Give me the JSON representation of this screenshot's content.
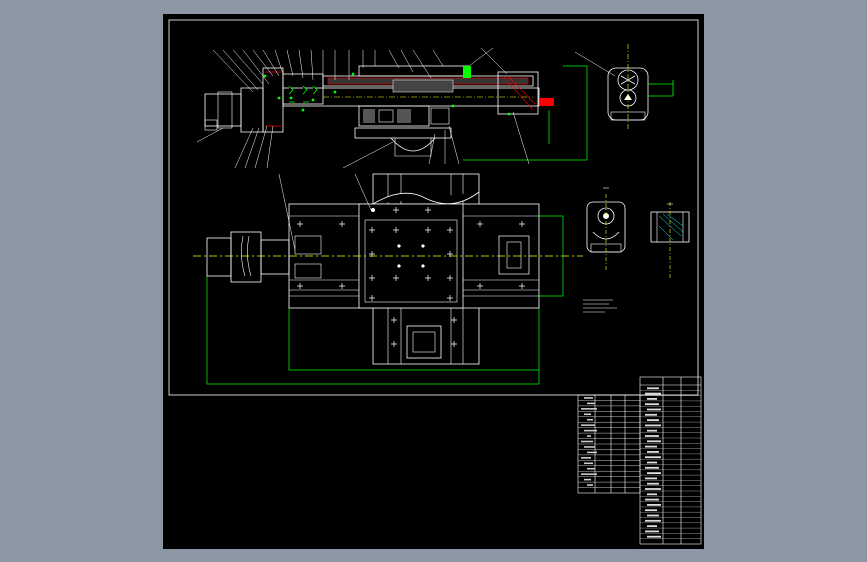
{
  "viewer": {
    "background_color": "#8c96a4",
    "sheet_color": "#000000"
  },
  "drawing": {
    "line_colors": {
      "outline": "#ffffff",
      "dimension": "#00ff00",
      "centerline": "#ffff00",
      "section": "#ff0000",
      "hatch": "#00ffff"
    },
    "views": [
      {
        "name": "front-section-view"
      },
      {
        "name": "plan-view"
      },
      {
        "name": "side-view"
      },
      {
        "name": "detail-view-a"
      },
      {
        "name": "detail-view-b"
      }
    ],
    "title_block": {
      "parts_list_rows": 18,
      "legible_text": []
    }
  }
}
